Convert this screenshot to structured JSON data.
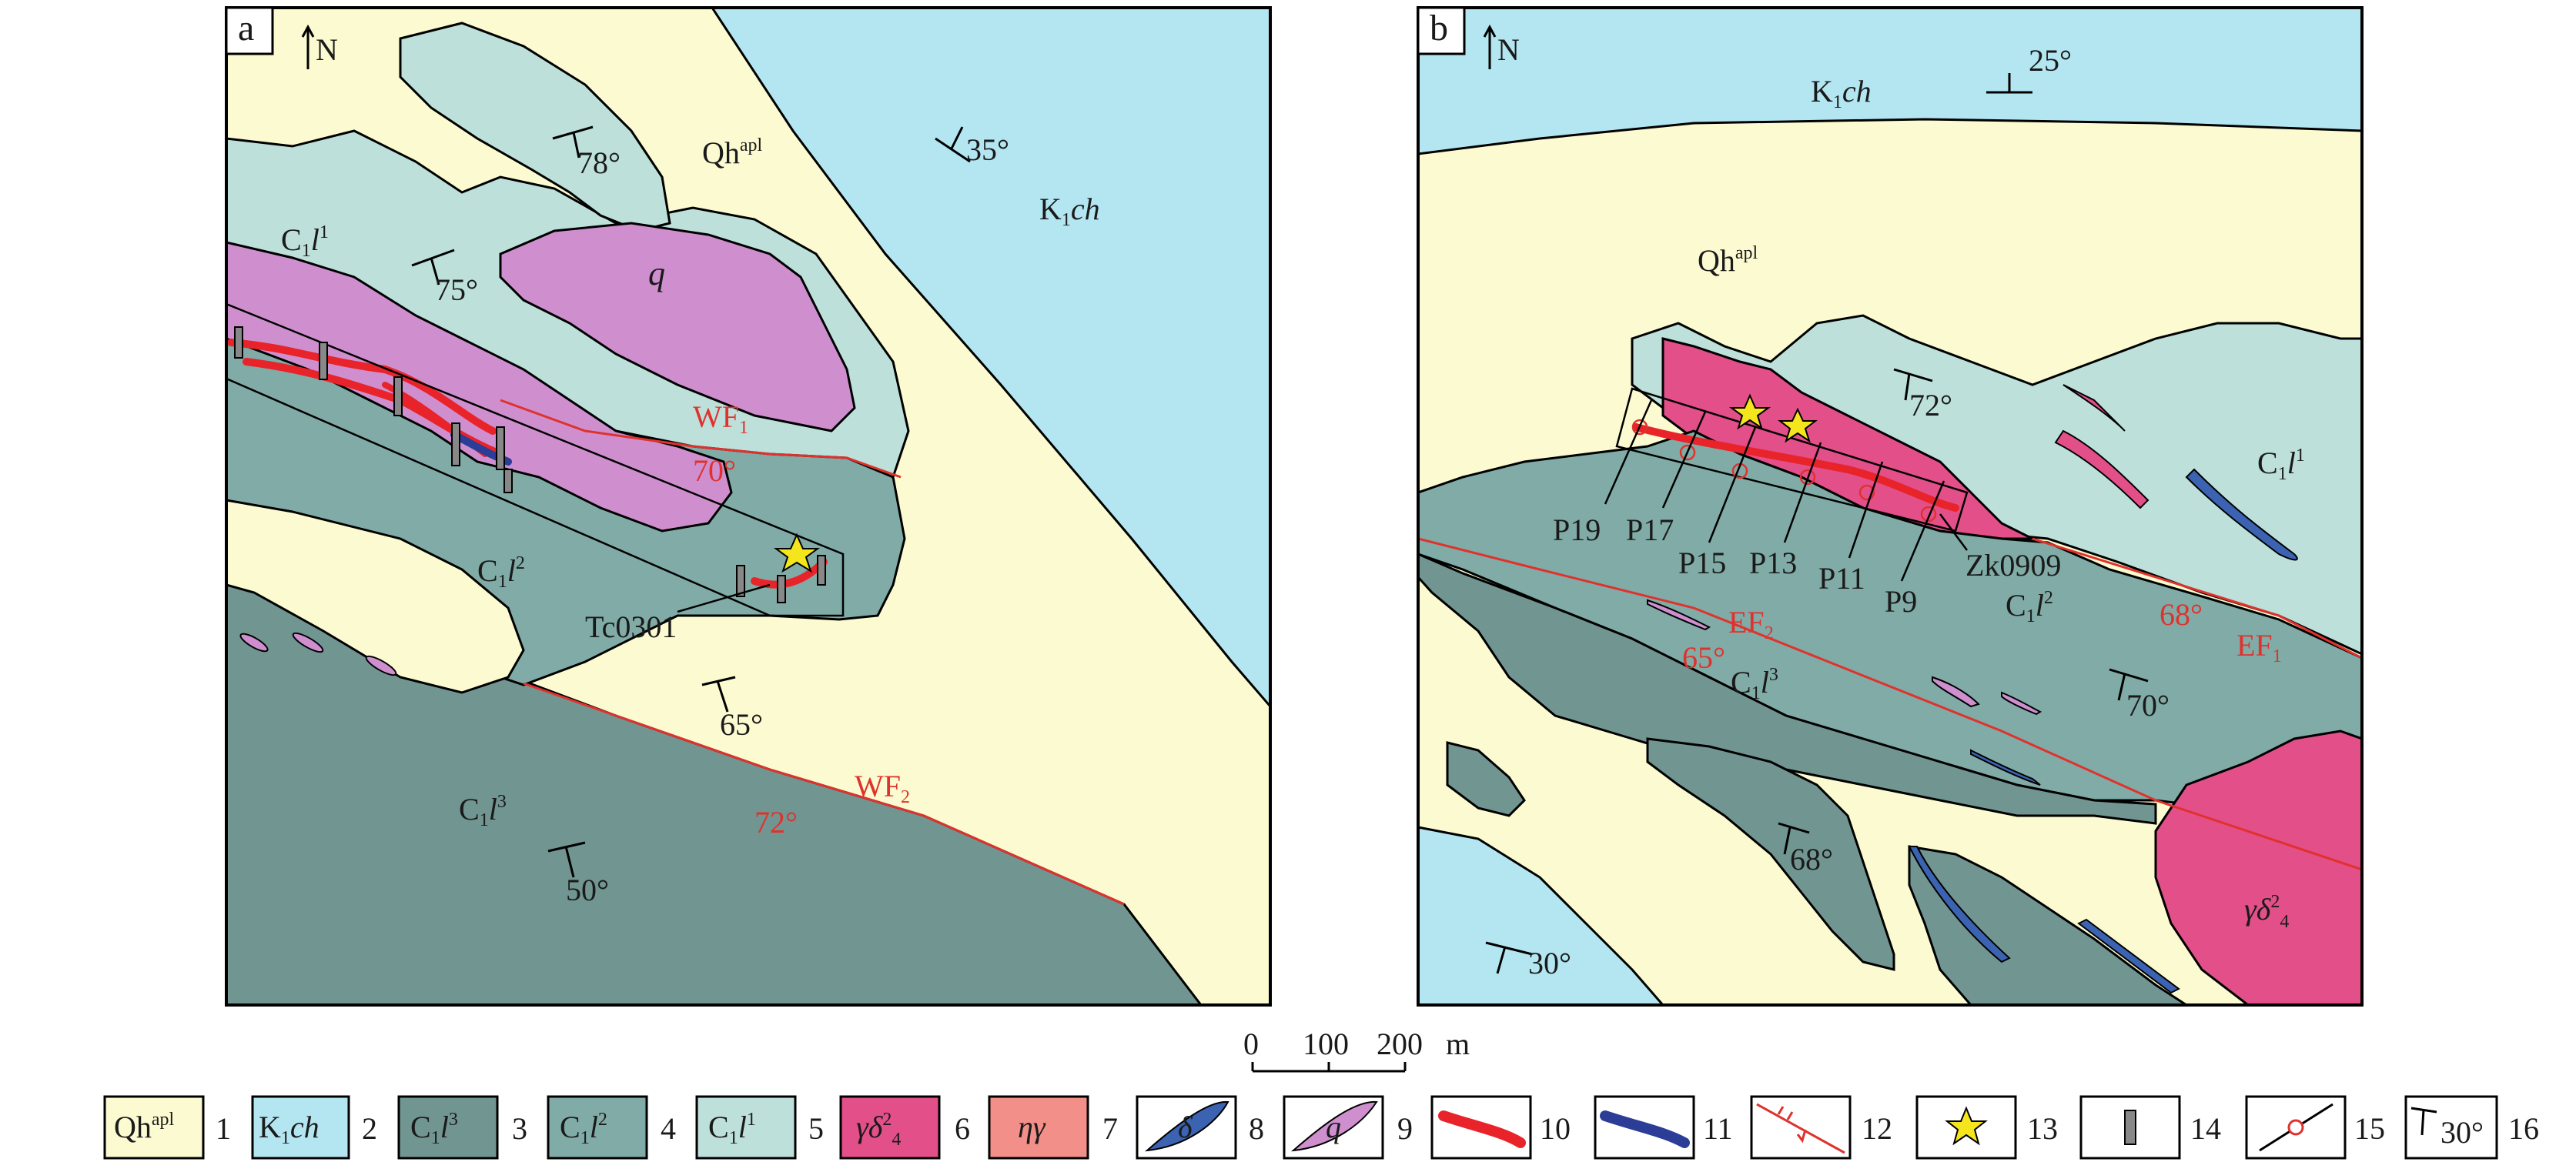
{
  "colors": {
    "quaternary": "#fbfad0",
    "cretaceous": "#b3e6f1",
    "c1l3": "#719591",
    "c1l2": "#80aba6",
    "c1l1": "#bde0da",
    "granodiorite": "#e24f89",
    "monzogranite": "#f38f89",
    "diorite_dyke": "#3b63b2",
    "quartz_vein": "#cf8fcf",
    "orebody": "#e8242a",
    "mineralized_zone": "#2b3d96",
    "fault": "#e0322d",
    "star": "#f5e51d"
  },
  "panel_a": {
    "tag": "a",
    "north": "N",
    "units": {
      "qh": "Qh",
      "qh_sup": "apl",
      "k1ch": "K",
      "k1ch_sub": "1",
      "k1ch_it": "ch",
      "c1l1": "C",
      "c1l1_sub": "1",
      "c1l1_it": "l",
      "c1l1_sup": "1",
      "c1l2": "C",
      "c1l2_sub": "1",
      "c1l2_it": "l",
      "c1l2_sup": "2",
      "c1l3": "C",
      "c1l3_sub": "1",
      "c1l3_it": "l",
      "c1l3_sup": "3",
      "q": "q"
    },
    "faults": {
      "wf1": "WF",
      "wf1_sub": "1",
      "wf1_dip": "70°",
      "wf2": "WF",
      "wf2_sub": "2",
      "wf2_dip": "72°"
    },
    "attitudes": [
      "78°",
      "75°",
      "35°",
      "65°",
      "50°"
    ],
    "trench": "Tc0301"
  },
  "panel_b": {
    "tag": "b",
    "north": "N",
    "units": {
      "qh": "Qh",
      "qh_sup": "apl",
      "k1ch": "K",
      "k1ch_sub": "1",
      "k1ch_it": "ch",
      "c1l1": "C",
      "c1l1_sub": "1",
      "c1l1_it": "l",
      "c1l1_sup": "1",
      "c1l2": "C",
      "c1l2_sub": "1",
      "c1l2_it": "l",
      "c1l2_sup": "2",
      "c1l3": "C",
      "c1l3_sub": "1",
      "c1l3_it": "l",
      "c1l3_sup": "3",
      "gd": "γδ",
      "gd_sup": "2",
      "gd_sub": "4"
    },
    "faults": {
      "ef1": "EF",
      "ef1_sub": "1",
      "ef1_dip": "68°",
      "ef2": "EF",
      "ef2_sub": "2",
      "ef2_dip": "65°"
    },
    "attitudes": [
      "25°",
      "72°",
      "70°",
      "68°",
      "30°"
    ],
    "profiles": [
      "P19",
      "P17",
      "P15",
      "P13",
      "P11",
      "P9"
    ],
    "drillhole": "Zk0909"
  },
  "scale_bar": {
    "ticks": [
      "0",
      "100",
      "200"
    ],
    "unit": "m"
  },
  "legend": [
    {
      "num": "1",
      "label": "Qh",
      "sup": "apl"
    },
    {
      "num": "2",
      "label": "K",
      "sub": "1",
      "it": "ch"
    },
    {
      "num": "3",
      "label": "C",
      "sub": "1",
      "it": "l",
      "sup": "3"
    },
    {
      "num": "4",
      "label": "C",
      "sub": "1",
      "it": "l",
      "sup": "2"
    },
    {
      "num": "5",
      "label": "C",
      "sub": "1",
      "it": "l",
      "sup": "1"
    },
    {
      "num": "6",
      "label": "γδ",
      "sup": "2",
      "sub": "4"
    },
    {
      "num": "7",
      "label": "ηγ"
    },
    {
      "num": "8",
      "label": "δ"
    },
    {
      "num": "9",
      "label": "q"
    },
    {
      "num": "10"
    },
    {
      "num": "11"
    },
    {
      "num": "12"
    },
    {
      "num": "13"
    },
    {
      "num": "14"
    },
    {
      "num": "15"
    },
    {
      "num": "16",
      "label": "30°"
    }
  ]
}
